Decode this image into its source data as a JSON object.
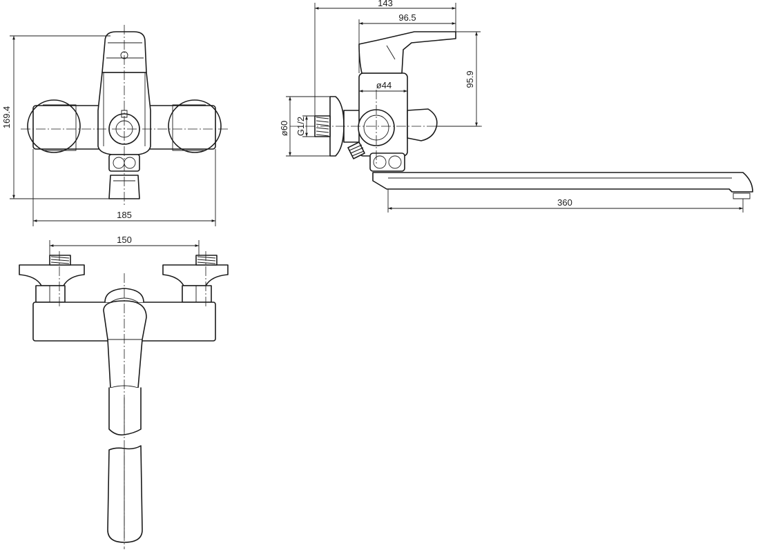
{
  "colors": {
    "line": "#1a1a1a",
    "background": "#ffffff"
  },
  "dimensions": {
    "front_width": "185",
    "front_height": "169.4",
    "side_depth": "143",
    "side_lever": "96.5",
    "side_body_dia": "ø44",
    "side_height": "95.9",
    "side_flange_dia": "ø60",
    "side_thread": "G1/2",
    "spout_length": "360",
    "top_centers": "150"
  }
}
